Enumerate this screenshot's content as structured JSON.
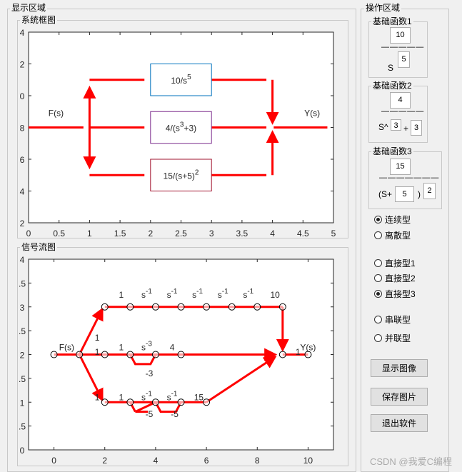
{
  "display_area": {
    "title": "显示区域",
    "block_diagram": {
      "title": "系统框图",
      "x_ticks": [
        "0",
        "0.5",
        "1",
        "1.5",
        "2",
        "2.5",
        "3",
        "3.5",
        "4",
        "4.5",
        "5"
      ],
      "y_ticks": [
        "4",
        "2",
        "0",
        "8",
        "6",
        "4",
        "2"
      ],
      "input_label": "F(s)",
      "output_label": "Y(s)",
      "blocks": [
        {
          "base": "10/s",
          "sup": "5",
          "tail": "",
          "color": "#0072bd"
        },
        {
          "base": "4/(s",
          "sup": "3",
          "tail": "+3)",
          "color": "#7e2f8e"
        },
        {
          "base": "15/(s+5)",
          "sup": "2",
          "tail": "",
          "color": "#a2142f"
        }
      ]
    },
    "signal_flow": {
      "title": "信号流图",
      "x_ticks": [
        "0",
        "2",
        "4",
        "6",
        "8",
        "10"
      ],
      "y_ticks": [
        "4",
        ".5",
        "3",
        ".5",
        "2",
        ".5",
        "1",
        ".5",
        "0"
      ]
    }
  },
  "chart_data": {
    "type": "signal-flow-graph",
    "xlim": [
      -1,
      11
    ],
    "ylim": [
      0,
      4
    ],
    "nodes": [
      [
        0,
        2
      ],
      [
        1,
        2
      ],
      [
        2,
        3
      ],
      [
        3,
        3
      ],
      [
        4,
        3
      ],
      [
        5,
        3
      ],
      [
        6,
        3
      ],
      [
        7,
        3
      ],
      [
        8,
        3
      ],
      [
        9,
        3
      ],
      [
        2,
        2
      ],
      [
        3,
        2
      ],
      [
        4,
        2
      ],
      [
        5,
        2
      ],
      [
        9,
        2
      ],
      [
        10,
        2
      ],
      [
        2,
        1
      ],
      [
        3,
        1
      ],
      [
        4,
        1
      ],
      [
        5,
        1
      ],
      [
        6,
        1
      ]
    ],
    "edges": [
      [
        [
          0,
          2
        ],
        [
          1,
          2
        ]
      ],
      [
        [
          1,
          2
        ],
        [
          1.9,
          2.95
        ],
        "arrow"
      ],
      [
        [
          2,
          3
        ],
        [
          9,
          3
        ]
      ],
      [
        [
          9,
          3
        ],
        [
          9,
          2.1
        ],
        "arrow"
      ],
      [
        [
          1,
          2
        ],
        [
          5,
          2
        ]
      ],
      [
        [
          5,
          2
        ],
        [
          8.7,
          2
        ],
        "arrow"
      ],
      [
        [
          4,
          2
        ],
        [
          3.8,
          1.8
        ],
        [
          3.2,
          1.8
        ],
        [
          3,
          2
        ]
      ],
      [
        [
          1,
          2
        ],
        [
          1.9,
          1.05
        ],
        "arrow"
      ],
      [
        [
          2,
          1
        ],
        [
          6,
          1
        ]
      ],
      [
        [
          4,
          1
        ],
        [
          3.2,
          0.8
        ]
      ],
      [
        [
          3.2,
          0.8
        ],
        [
          3.7,
          0.8
        ]
      ],
      [
        [
          3,
          1
        ],
        [
          3.2,
          0.8
        ]
      ],
      [
        [
          5,
          1
        ],
        [
          4.8,
          0.8
        ],
        [
          4.2,
          0.8
        ],
        [
          4,
          1
        ]
      ],
      [
        [
          6,
          1
        ],
        [
          8.7,
          1.95
        ],
        "arrow"
      ],
      [
        [
          9,
          2
        ],
        [
          10,
          2
        ]
      ]
    ],
    "labels": [
      {
        "x": 0.5,
        "y": 2.15,
        "t": "F(s)",
        "s": ""
      },
      {
        "x": 1.7,
        "y": 2.35,
        "t": "1",
        "s": ""
      },
      {
        "x": 1.7,
        "y": 2.05,
        "t": "1",
        "s": ""
      },
      {
        "x": 1.7,
        "y": 1.1,
        "t": "1",
        "s": ""
      },
      {
        "x": 2.65,
        "y": 3.25,
        "t": "1",
        "s": ""
      },
      {
        "x": 3.65,
        "y": 3.25,
        "t": "s",
        "s": "-1"
      },
      {
        "x": 4.65,
        "y": 3.25,
        "t": "s",
        "s": "-1"
      },
      {
        "x": 5.65,
        "y": 3.25,
        "t": "s",
        "s": "-1"
      },
      {
        "x": 6.65,
        "y": 3.25,
        "t": "s",
        "s": "-1"
      },
      {
        "x": 7.65,
        "y": 3.25,
        "t": "s",
        "s": "-1"
      },
      {
        "x": 8.7,
        "y": 3.25,
        "t": "10",
        "s": ""
      },
      {
        "x": 2.65,
        "y": 2.15,
        "t": "1",
        "s": ""
      },
      {
        "x": 3.65,
        "y": 2.15,
        "t": "s",
        "s": "-3"
      },
      {
        "x": 4.65,
        "y": 2.15,
        "t": "4",
        "s": ""
      },
      {
        "x": 3.75,
        "y": 1.6,
        "t": "-3",
        "s": ""
      },
      {
        "x": 2.65,
        "y": 1.1,
        "t": "1",
        "s": ""
      },
      {
        "x": 3.65,
        "y": 1.1,
        "t": "s",
        "s": "-1"
      },
      {
        "x": 4.65,
        "y": 1.1,
        "t": "s",
        "s": "-1"
      },
      {
        "x": 5.7,
        "y": 1.1,
        "t": "15",
        "s": ""
      },
      {
        "x": 3.75,
        "y": 0.75,
        "t": "-5",
        "s": ""
      },
      {
        "x": 4.75,
        "y": 0.75,
        "t": "-5",
        "s": ""
      },
      {
        "x": 9.6,
        "y": 2.05,
        "t": "1",
        "s": ""
      },
      {
        "x": 10,
        "y": 2.15,
        "t": "Y(s)",
        "s": ""
      }
    ]
  },
  "ops": {
    "title": "操作区域",
    "f1": {
      "title": "基础函数1",
      "num": "10",
      "s_label": "S",
      "den_exp": "5",
      "dash": "— — — — —"
    },
    "f2": {
      "title": "基础函数2",
      "num": "4",
      "s_label": "S^",
      "den_exp": "3",
      "plus": "+",
      "den_const": "3",
      "dash": "— — — — —"
    },
    "f3": {
      "title": "基础函数3",
      "num": "15",
      "open": "(S+",
      "den_const": "5",
      "close": ")",
      "den_exp": "2",
      "dash": "— — — — — — —"
    },
    "radio_domain": [
      {
        "label": "连续型",
        "checked": true
      },
      {
        "label": "离散型",
        "checked": false
      }
    ],
    "radio_form": [
      {
        "label": "直接型1",
        "checked": false
      },
      {
        "label": "直接型2",
        "checked": false
      },
      {
        "label": "直接型3",
        "checked": true
      }
    ],
    "radio_conn": [
      {
        "label": "串联型",
        "checked": false
      },
      {
        "label": "并联型",
        "checked": false
      }
    ],
    "buttons": {
      "show": "显示图像",
      "save": "保存图片",
      "exit": "退出软件"
    }
  },
  "watermark": "CSDN @我爱C编程"
}
